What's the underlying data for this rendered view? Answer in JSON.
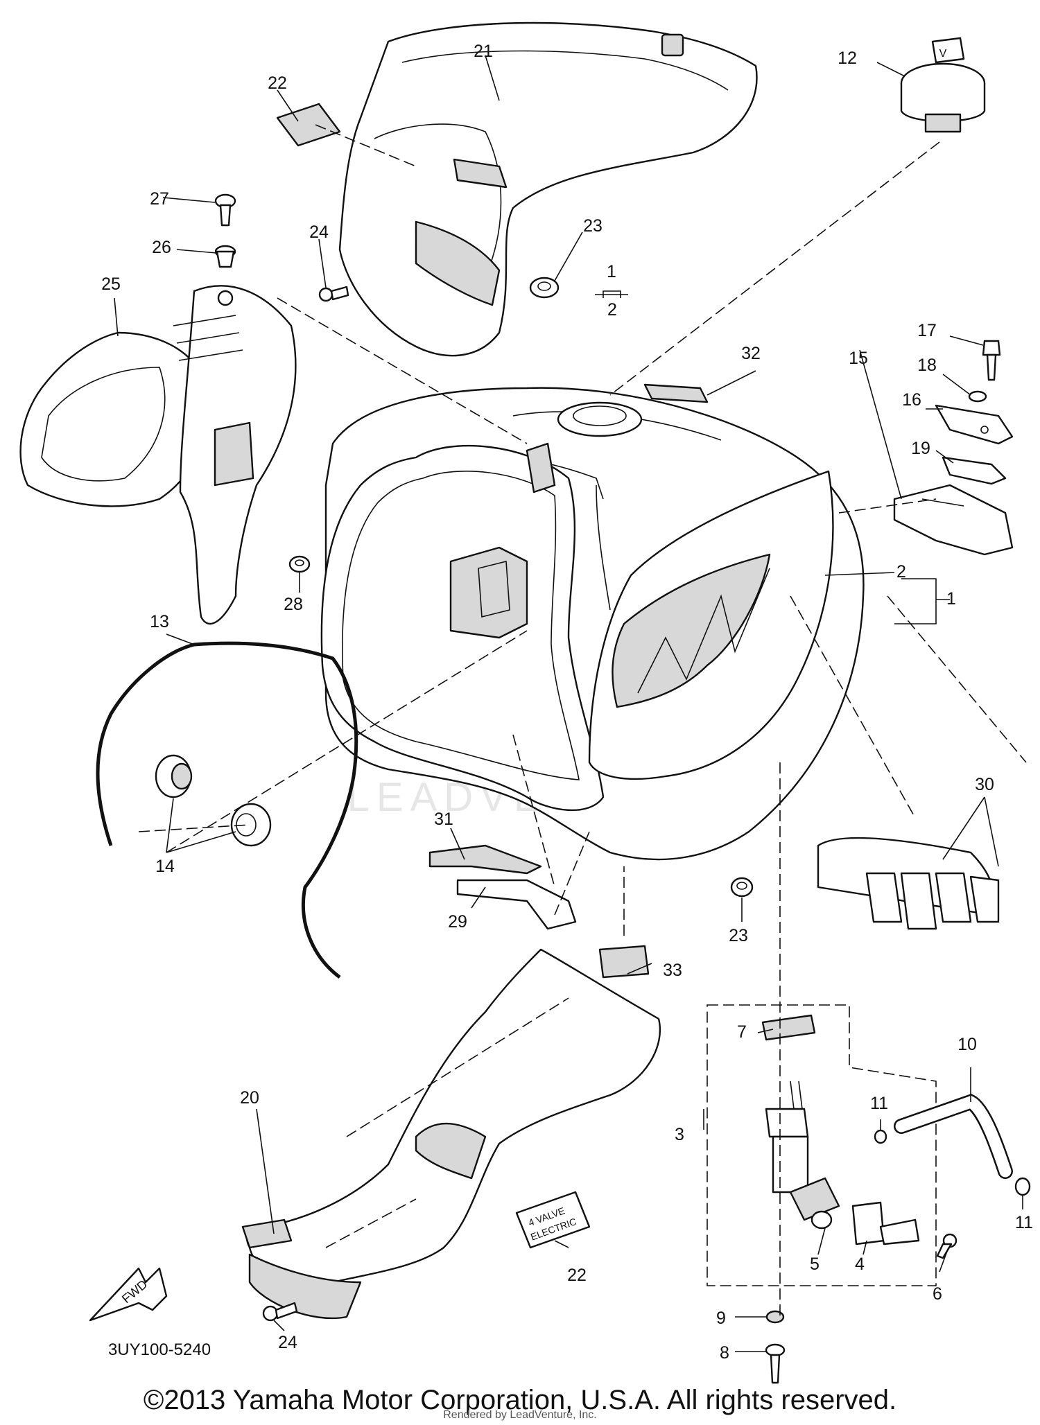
{
  "diagram": {
    "figure_code": "3UY100-5240",
    "copyright": "©2013 Yamaha Motor Corporation, U.S.A. All rights reserved.",
    "render_note": "Rendered by LeadVenture, Inc.",
    "watermark": "LEADVENTURE",
    "decal_text_line1": "4 VALVE",
    "decal_text_line2": "ELECTRIC",
    "fwd_label": "FWD",
    "callouts": {
      "c1a": "1",
      "c1b": "1",
      "c2a": "2",
      "c2b": "2",
      "c3": "3",
      "c4": "4",
      "c5": "5",
      "c6": "6",
      "c7": "7",
      "c8": "8",
      "c9": "9",
      "c10": "10",
      "c11a": "11",
      "c11b": "11",
      "c12": "12",
      "c13": "13",
      "c14": "14",
      "c15": "15",
      "c16": "16",
      "c17": "17",
      "c18": "18",
      "c19": "19",
      "c20": "20",
      "c21": "21",
      "c22a": "22",
      "c22b": "22",
      "c23a": "23",
      "c23b": "23",
      "c24a": "24",
      "c24b": "24",
      "c25": "25",
      "c26": "26",
      "c27": "27",
      "c28": "28",
      "c29": "29",
      "c30": "30",
      "c31": "31",
      "c32": "32",
      "c33": "33"
    },
    "colors": {
      "line": "#111111",
      "background": "#ffffff",
      "shade": "#d8d8d8"
    }
  }
}
